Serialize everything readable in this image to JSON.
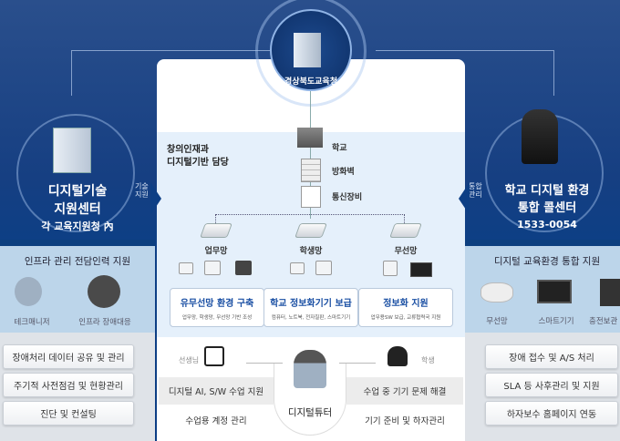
{
  "top": {
    "center_name": "경상북도교육청"
  },
  "left": {
    "title_line1": "디지털기술",
    "title_line2": "지원센터",
    "subtitle": "각 교육지원청 內",
    "side_label": "기술\n지원",
    "panel_title": "인프라 관리 전담인력 지원",
    "items": [
      {
        "label": "테크매니저",
        "icon": "people-icon"
      },
      {
        "label": "인프라 장애대응",
        "icon": "server-gear-icon"
      }
    ],
    "buttons": [
      "장애처리 데이터 공유 및 관리",
      "주기적 사전점검 및 현황관리",
      "진단 및 컨설팅"
    ]
  },
  "right": {
    "title_line1": "학교 디지털 환경",
    "title_line2": "통합 콜센터",
    "phone": "1533-0054",
    "side_label": "통합\n관리",
    "panel_title": "디지털 교육환경 통합 지원",
    "items": [
      {
        "label": "무선망",
        "icon": "access-point-icon"
      },
      {
        "label": "스마트기기",
        "icon": "tablet-icon"
      },
      {
        "label": "충전보관",
        "icon": "charging-cabinet-icon"
      }
    ],
    "buttons": [
      "장애 접수 및 A/S 처리",
      "SLA 등 사후관리 및 지원",
      "하자보수 홈페이지 연동"
    ]
  },
  "center": {
    "heading_line1": "창의인재과",
    "heading_line2": "디지털기반 담당",
    "chain": [
      "학교",
      "방화벽",
      "통신장비"
    ],
    "networks": [
      "업무망",
      "학생망",
      "무선망"
    ],
    "cards": [
      {
        "title": "유무선망 환경 구축",
        "sub": "업무망, 학생망, 무선망 기반 조성"
      },
      {
        "title": "학교 정보화기기 보급",
        "sub": "컴퓨터, 노트북, 전자칠판, 스마트기기"
      },
      {
        "title": "정보화 지원",
        "sub": "업무용SW 보급, 교류협력국 지원"
      }
    ],
    "tutor": {
      "name": "디지털튜터",
      "teacher": "선생님",
      "student": "학생",
      "teacher_tasks": [
        "디지털 AI, S/W 수업 지원",
        "수업용 계정 관리"
      ],
      "student_tasks": [
        "수업 중 기기 문제 해결",
        "기기 준비 및 하자관리"
      ]
    }
  }
}
